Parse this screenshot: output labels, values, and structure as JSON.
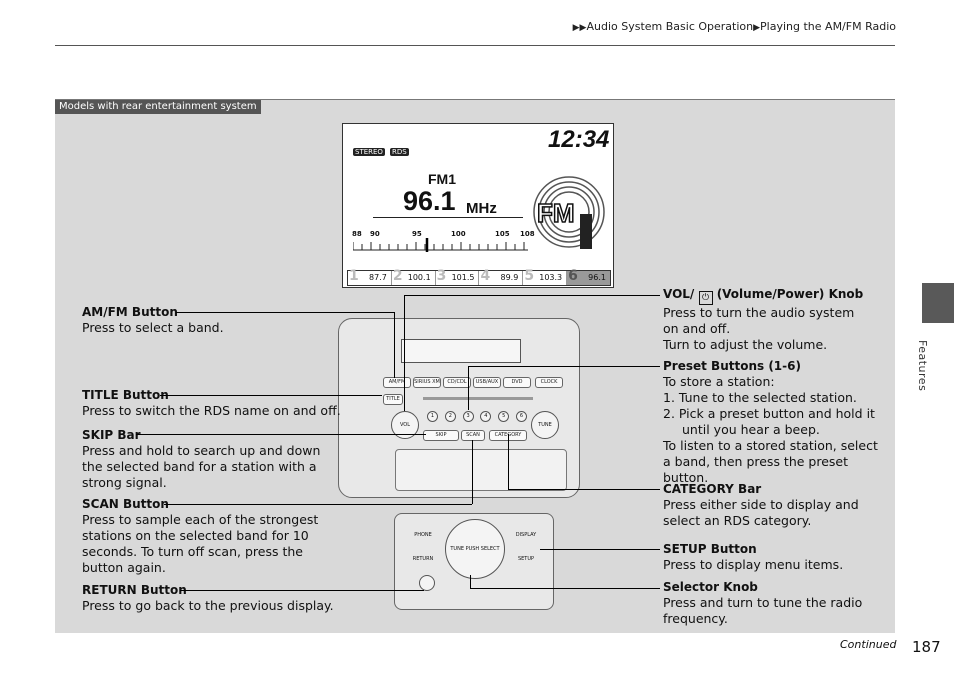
{
  "breadcrumb": {
    "part1": "Audio System Basic Operation",
    "part2": "Playing the AM/FM Radio"
  },
  "panel_tag": "Models with rear entertainment system",
  "side_label": "Features",
  "page_number": "187",
  "continued": "Continued",
  "display": {
    "clock": "12:34",
    "badges": [
      "STEREO",
      "RDS"
    ],
    "band": "FM1",
    "frequency": "96.1",
    "unit": "MHz",
    "scale_labels": [
      "88",
      "90",
      "95",
      "100",
      "105",
      "108"
    ],
    "presets": [
      {
        "num": "1",
        "freq": "87.7"
      },
      {
        "num": "2",
        "freq": "100.1"
      },
      {
        "num": "3",
        "freq": "101.5"
      },
      {
        "num": "4",
        "freq": "89.9"
      },
      {
        "num": "5",
        "freq": "103.3"
      },
      {
        "num": "6",
        "freq": "96.1"
      }
    ],
    "logo": "FM"
  },
  "head_unit": {
    "top_buttons": [
      "AM/FM",
      "SIRIUS XM",
      "CD/CDL",
      "USB/AUX",
      "DVD",
      "CLOCK"
    ],
    "title_btn": "TITLE",
    "vol_knob": "VOL",
    "tune_knob": "TUNE",
    "skip": "SKIP",
    "scan": "SCAN",
    "category": "CATEGORY",
    "preset_nums": [
      "1",
      "2",
      "3",
      "4",
      "5",
      "6"
    ]
  },
  "lower_unit": {
    "phone": "PHONE",
    "return": "RETURN",
    "selector": "TUNE PUSH SELECT",
    "display": "DISPLAY",
    "setup": "SETUP"
  },
  "left_callouts": [
    {
      "title": "AM/FM Button",
      "text": "Press to select a band."
    },
    {
      "title": "TITLE Button",
      "text": "Press to switch the RDS name on and off."
    },
    {
      "title": "SKIP Bar",
      "text": "Press and hold to search up and down the selected band for a station with a strong signal."
    },
    {
      "title": "SCAN Button",
      "text": "Press to sample each of the strongest stations on the selected band for 10 seconds. To turn off scan, press the button again."
    },
    {
      "title": "RETURN Button",
      "text": "Press to go back to the previous display."
    }
  ],
  "right_callouts": {
    "vol": {
      "title_pre": "VOL/",
      "title_post": "(Volume/Power) Knob",
      "lines": [
        "Press to turn the audio system on and off.",
        "Turn to adjust the volume."
      ]
    },
    "preset": {
      "title": "Preset Buttons (1-6)",
      "intro": "To store a station:",
      "steps": [
        "1.  Tune to the selected station.",
        "2.  Pick a preset button and hold it until you hear a beep."
      ],
      "outro": "To listen to a stored station, select a band, then press the preset button."
    },
    "category": {
      "title": "CATEGORY Bar",
      "text": "Press either side to display and select an RDS category."
    },
    "setup": {
      "title": "SETUP Button",
      "text": "Press to display menu items."
    },
    "selector": {
      "title": "Selector Knob",
      "text": "Press and turn to tune the radio frequency."
    }
  }
}
